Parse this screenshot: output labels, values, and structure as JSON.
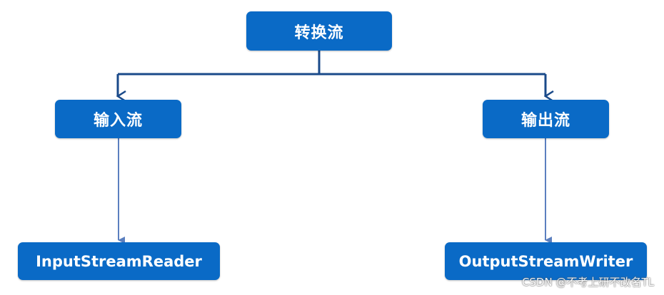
{
  "diagram": {
    "root_label": "转换流",
    "input_label": "输入流",
    "output_label": "输出流",
    "input_class_label": "InputStreamReader",
    "output_class_label": "OutputStreamWriter"
  },
  "watermark": "CSDN @不考上研不改名TL",
  "colors": {
    "node_fill": "#0a6ac6",
    "node_text": "#ffffff",
    "connector_dark": "#1a4a8a",
    "connector_light": "#5b7fbf"
  }
}
